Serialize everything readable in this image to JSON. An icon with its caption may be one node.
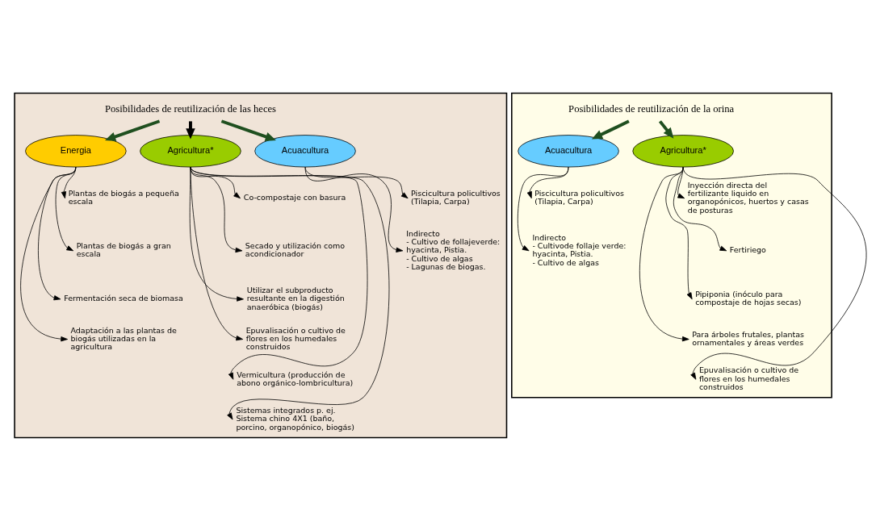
{
  "diagram": {
    "nodes": [
      {
        "text": [],
        "shape": "box"
      },
      {
        "text": [
          "Posibilidades de reutilización de las heces"
        ],
        "in": 0
      },
      {
        "text": [
          "Energia"
        ],
        "in": 0
      },
      {
        "text": [
          "Agricultura*"
        ],
        "in": 0
      },
      {
        "text": [
          "Acuacultura"
        ],
        "in": 0
      },
      {
        "text": [
          "Plantas de biogás a pequeña escala"
        ],
        "in": 0
      },
      {
        "text": [
          "Plantas de biogás a gran escala"
        ],
        "in": 0
      },
      {
        "text": [
          "Fermentación seca de biomasa"
        ],
        "in": 0
      },
      {
        "text": [
          "Adaptación a las plantas de biogás utilizadas en la agricultura"
        ],
        "in": 0
      },
      {
        "text": [
          "Co-compostaje con basura"
        ],
        "in": 0
      },
      {
        "text": [
          "Secado y utilización como acondicionador"
        ],
        "in": 0
      },
      {
        "text": [
          "Utilizar el subproducto resultante en la digestión anaeróbica (biogás)"
        ],
        "in": 0
      },
      {
        "text": [
          "Epuvalisación o cultivo de flores en los humedales construidos"
        ],
        "in": 0
      },
      {
        "text": [
          "Vermicultura (producción de abono orgánico-lombricultura)"
        ],
        "in": 0
      },
      {
        "text": [
          "Sistemas integrados p. ej. Sistema chino 4X1 (baño, porcino, organopónico, biogás)"
        ],
        "in": 0
      },
      {
        "text": [
          "Piscicultura policultivos (Tilapia, Carpa)"
        ],
        "in": 0
      },
      {
        "text": [
          "Indirecto",
          "- Cultivo de follajeverde: hyacinta, Pistia.",
          "- Cultivo de algas",
          "- Lagunas de biogas."
        ],
        "in": 0
      },
      {
        "text": [],
        "shape": "box"
      },
      {
        "text": [
          "Posibilidades de reutilización de la orina"
        ],
        "in": 17
      },
      {
        "text": [
          "Agricultura*"
        ],
        "in": 17
      },
      {
        "text": [
          "Acuacultura"
        ],
        "in": 17
      },
      {
        "text": [
          "Inyección directa del fertilizante liquido en organopónicos, huertos y casas de posturas"
        ],
        "in": 17
      },
      {
        "text": [
          "Fertiriego"
        ],
        "in": 17
      },
      {
        "text": [
          "Pipiponia (inóculo para compostaje de hojas secas)"
        ],
        "in": 17
      },
      {
        "text": [
          "Para árboles frutales, plantas ornamentales y áreas verdes"
        ],
        "in": 17
      },
      {
        "text": [
          "Epuvalisación o cultivo de flores en los humedales construidos"
        ],
        "in": 17
      },
      {
        "text": [
          "Piscicultura policultivos (Tilapia, Carpa)"
        ],
        "in": 17
      },
      {
        "text": [
          "Indirecto",
          "- Cultivode follaje verde: hyacinta, Pistia.",
          "- Cultivo de algas"
        ],
        "in": 17
      }
    ],
    "edges": [
      {
        "from": 1,
        "to": 2,
        "arrow": "to",
        "style": "thick",
        "color": "#1f4f1f"
      },
      {
        "from": 1,
        "to": 3,
        "arrow": "to",
        "style": "thick"
      },
      {
        "from": 1,
        "to": 4,
        "arrow": "to",
        "style": "thick",
        "color": "#1f4f1f"
      },
      {
        "from": 2,
        "to": 5,
        "arrow": "to"
      },
      {
        "from": 2,
        "to": 6,
        "arrow": "to"
      },
      {
        "from": 2,
        "to": 7,
        "arrow": "to"
      },
      {
        "from": 2,
        "to": 8,
        "arrow": "to"
      },
      {
        "from": 3,
        "to": 9,
        "arrow": "to"
      },
      {
        "from": 3,
        "to": 10,
        "arrow": "to"
      },
      {
        "from": 3,
        "to": 11,
        "arrow": "to"
      },
      {
        "from": 3,
        "to": 12,
        "arrow": "to"
      },
      {
        "from": 3,
        "to": 13,
        "arrow": "to"
      },
      {
        "from": 3,
        "to": 14,
        "arrow": "to"
      },
      {
        "from": 4,
        "to": 15,
        "arrow": "to"
      },
      {
        "from": 4,
        "to": 16,
        "arrow": "to"
      },
      {
        "from": 18,
        "to": 19,
        "arrow": "to",
        "style": "thick",
        "color": "#1f4f1f"
      },
      {
        "from": 18,
        "to": 20,
        "arrow": "to",
        "style": "thick",
        "color": "#1f4f1f"
      },
      {
        "from": 19,
        "to": 21,
        "arrow": "to"
      },
      {
        "from": 19,
        "to": 22,
        "arrow": "to"
      },
      {
        "from": 19,
        "to": 23,
        "arrow": "to"
      },
      {
        "from": 19,
        "to": 24,
        "arrow": "to"
      },
      {
        "from": 19,
        "to": 25,
        "arrow": "to"
      },
      {
        "from": 20,
        "to": 26,
        "arrow": "to"
      },
      {
        "from": 20,
        "to": 27,
        "arrow": "to"
      }
    ]
  }
}
